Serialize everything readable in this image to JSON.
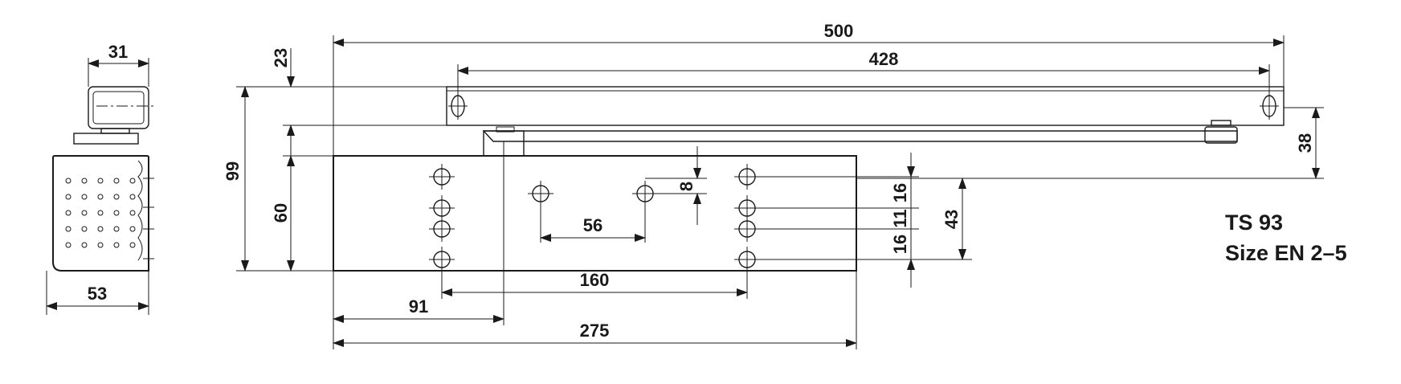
{
  "diagram": {
    "product": {
      "model": "TS 93",
      "size": "Size EN 2–5"
    },
    "dimensions": {
      "side_top_width": "31",
      "side_body_width": "53",
      "rail_offset": "23",
      "overall_height": "99",
      "body_height": "60",
      "total_length": "500",
      "rail_hole_spacing": "428",
      "arm_height": "38",
      "hole_offset_v": "8",
      "hole_spacing_56": "56",
      "hole_spacing_160": "160",
      "hole_offset_91": "91",
      "body_length": "275",
      "hole_pitch_top": "16",
      "hole_pitch_mid": "11",
      "hole_pitch_bottom": "16",
      "hole_group_height": "43"
    }
  }
}
